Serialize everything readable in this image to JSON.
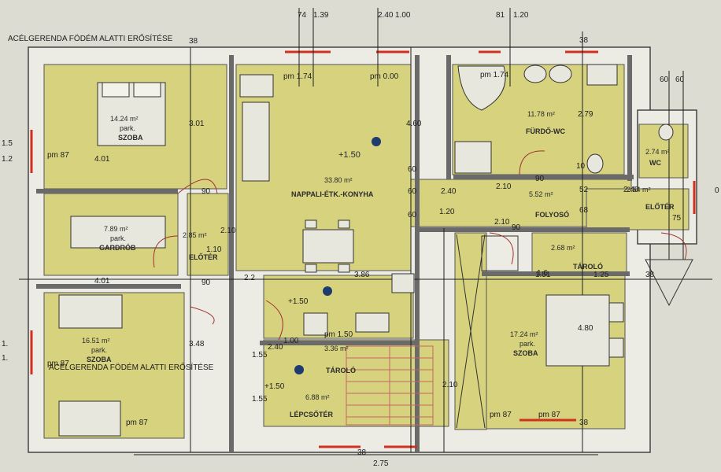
{
  "colors": {
    "paper": "#dcdcd2",
    "room_fill": "#d6d27e",
    "wall": "#ecece4",
    "ink": "#1e1e1e",
    "window": "#d0301f"
  },
  "header": {
    "note_top": "ACÉLGERENDA FÖDÉM ALATTI ERŐSÍTÉSE",
    "note_bottom": "ACÉLGERENDA FÖDÉM ALATTI ERŐSÍTÉSE"
  },
  "rooms": {
    "szoba1": {
      "name": "SZOBA",
      "floor": "park.",
      "area": "14.24 m²"
    },
    "gardrob": {
      "name": "GARDRÓB",
      "floor": "park.",
      "area": "7.89 m²"
    },
    "szoba2": {
      "name": "SZOBA",
      "floor": "park.",
      "area": "16.51 m²"
    },
    "nappali": {
      "name": "NAPPALI-ÉTK.-KONYHA",
      "area": "33.80 m²",
      "level": "+1.50"
    },
    "furdo": {
      "name": "FÜRDŐ-WC",
      "area": "11.78 m²"
    },
    "wc": {
      "name": "WC",
      "area": "2.74 m²"
    },
    "folyoso": {
      "name": "FOLYOSÓ",
      "area": "5.52 m²"
    },
    "eloter1": {
      "name": "ELŐTÉR",
      "area": "2.85 m²"
    },
    "eloter2": {
      "name": "ELŐTÉR",
      "area": "2.54 m²"
    },
    "tarolo1": {
      "name": "TÁROLÓ",
      "area": "2.68 m²"
    },
    "tarolo2": {
      "name": "TÁROLÓ",
      "area": "3.36 m²"
    },
    "szoba3": {
      "name": "SZOBA",
      "floor": "park.",
      "area": "17.24 m²"
    },
    "lepcso": {
      "name": "LÉPCSŐTÉR",
      "area": "6.88 m²"
    }
  },
  "levels": {
    "pm000": "pm 0.00",
    "pm174a": "pm 1.74",
    "pm174b": "pm 1.74",
    "pm87a": "pm 87",
    "pm87b": "pm 87",
    "pm87c": "pm 87",
    "pm87d": "pm 87",
    "pm87e": "pm 87",
    "plus150": "+1.50",
    "plus150b": "+1.50",
    "pm150": "pm 1.50"
  },
  "dims": {
    "top": [
      "38",
      "74",
      "1.39",
      "2.40",
      "1.00",
      "81",
      "1.20",
      "38",
      "60",
      "60"
    ],
    "vert": [
      "3.01",
      "2.79",
      "3.48",
      "4.80",
      "4.60",
      "90",
      "90",
      "90",
      "90",
      "10",
      "52",
      "68",
      "60",
      "60",
      "60",
      "2.10",
      "2.10",
      "2.10",
      "1.20",
      "1.10",
      "2.10",
      "2.40",
      "2.40",
      "1.25",
      "38",
      "1.00",
      "2.40",
      "1.55",
      "1.55",
      "2.75",
      "38",
      "38",
      "3.86",
      "1.51",
      "4.01",
      "4.01",
      "1.5",
      "1.2",
      "1.",
      "1.",
      "1.6",
      "2.2",
      "75",
      "0"
    ]
  }
}
